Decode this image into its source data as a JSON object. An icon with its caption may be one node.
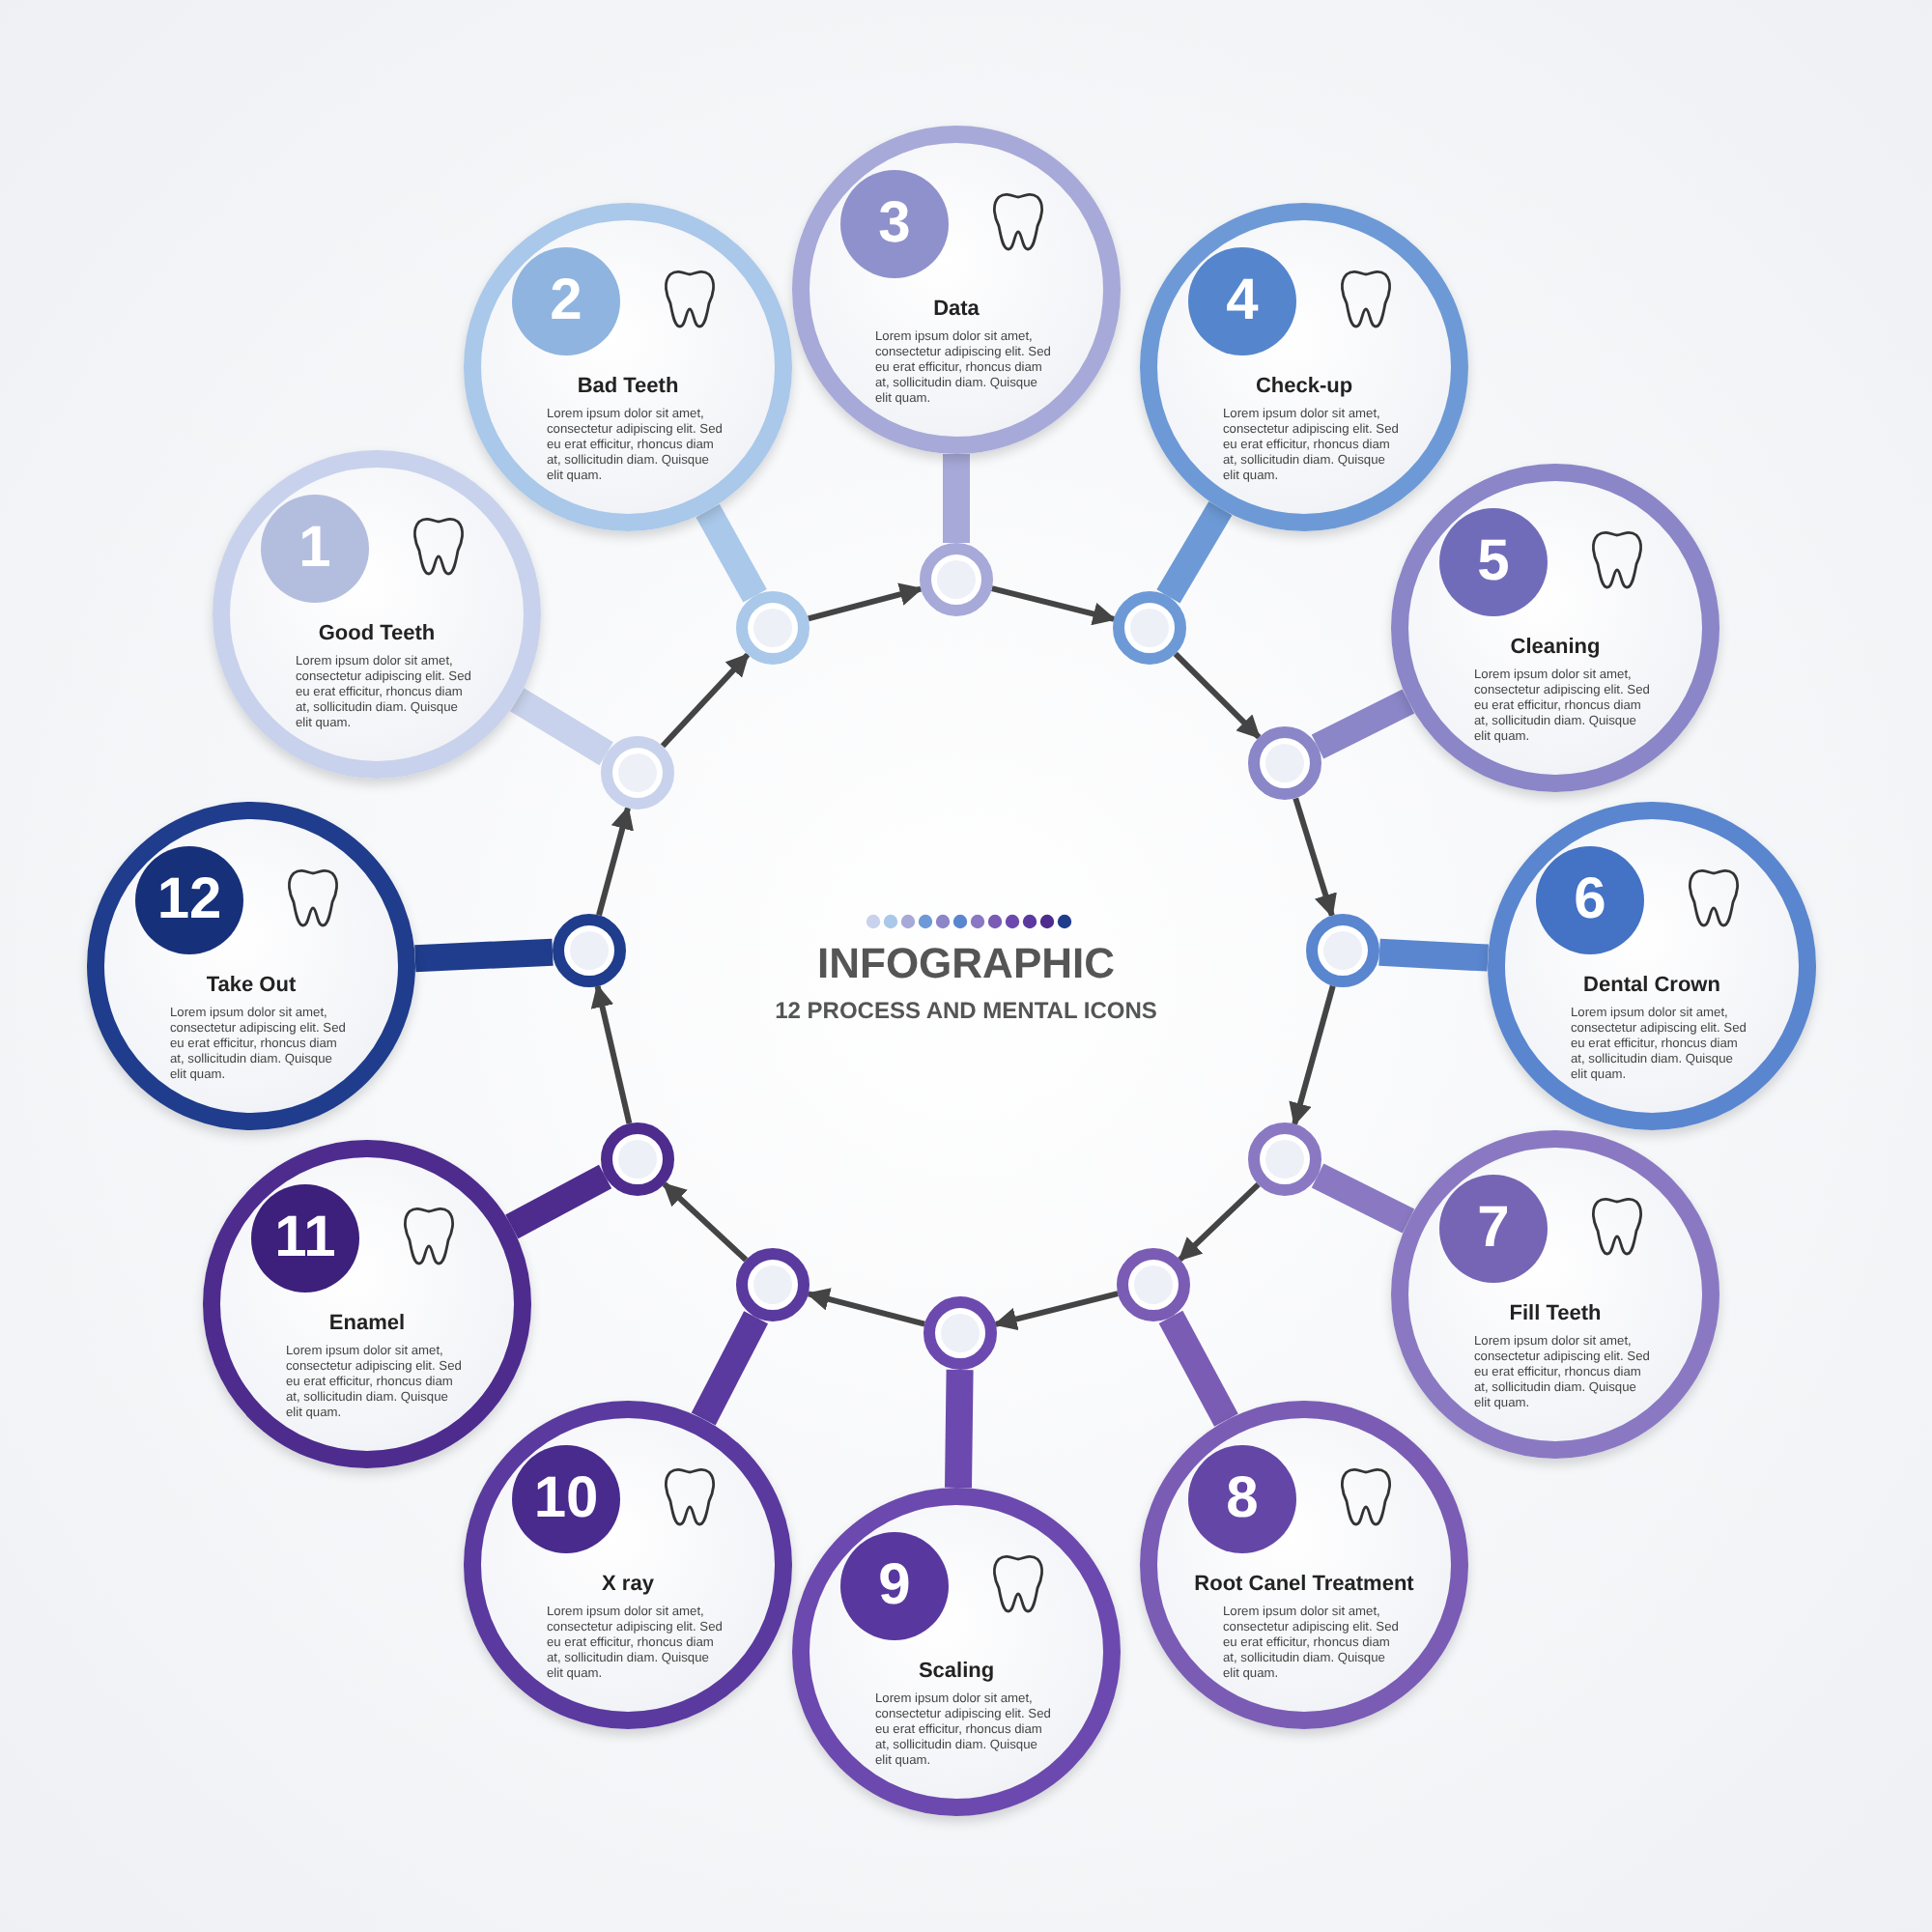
{
  "diagram": {
    "title": "INFOGRAPHIC",
    "nodes": [
      {
        "text": [
          "1",
          "Good Teeth",
          "Lorem ipsum dolor sit amet, consectetur adipiscing elit. Sed eu erat efficitur, rhoncus diam at, sollicitudin diam. Quisque elit quam."
        ]
      },
      {
        "text": [],
        "shape": "circle"
      },
      {
        "text": [
          "2",
          "Bad Teeth",
          "Lorem ipsum dolor sit amet, consectetur adipiscing elit. Sed eu erat efficitur, rhoncus diam at, sollicitudin diam. Quisque elit quam."
        ]
      },
      {
        "text": [],
        "shape": "circle"
      },
      {
        "text": [
          "3",
          "Data",
          "Lorem ipsum dolor sit amet, consectetur adipiscing elit. Sed eu erat efficitur, rhoncus diam at, sollicitudin diam. Quisque elit quam."
        ]
      },
      {
        "text": [],
        "shape": "circle"
      },
      {
        "text": [
          "4",
          "Check-up",
          "Lorem ipsum dolor sit amet, consectetur adipiscing elit. Sed eu erat efficitur, rhoncus diam at, sollicitudin diam. Quisque elit quam."
        ]
      },
      {
        "text": [],
        "shape": "circle"
      },
      {
        "text": [
          "5",
          "Cleaning",
          "Lorem ipsum dolor sit amet, consectetur adipiscing elit. Sed eu erat efficitur, rhoncus diam at, sollicitudin diam. Quisque elit quam."
        ]
      },
      {
        "text": [],
        "shape": "circle"
      },
      {
        "text": [
          "6",
          "Dental Crown",
          "Lorem ipsum dolor sit amet, consectetur adipiscing elit. Sed eu erat efficitur, rhoncus diam at, sollicitudin diam. Quisque elit quam."
        ]
      },
      {
        "text": [],
        "shape": "circle"
      },
      {
        "text": [
          "7",
          "Fill Teeth",
          "Lorem ipsum dolor sit amet, consectetur adipiscing elit. Sed eu erat efficitur, rhoncus diam at, sollicitudin diam. Quisque elit quam."
        ]
      },
      {
        "text": [],
        "shape": "circle"
      },
      {
        "text": [
          "8",
          "Root Canel Treatment",
          "Lorem ipsum dolor sit amet, consectetur adipiscing elit. Sed eu erat efficitur, rhoncus diam at, sollicitudin diam. Quisque elit quam."
        ]
      },
      {
        "text": [],
        "shape": "circle"
      },
      {
        "text": [
          "9",
          "Scaling",
          "Lorem ipsum dolor sit amet, consectetur adipiscing elit. Sed eu erat efficitur, rhoncus diam at, sollicitudin diam. Quisque elit quam."
        ]
      },
      {
        "text": [],
        "shape": "circle"
      },
      {
        "text": [
          "10",
          "X ray",
          "Lorem ipsum dolor sit amet, consectetur adipiscing elit. Sed eu erat efficitur, rhoncus diam at, sollicitudin diam. Quisque elit quam."
        ]
      },
      {
        "text": [],
        "shape": "circle"
      },
      {
        "text": [
          "11",
          "Enamel",
          "Lorem ipsum dolor sit amet, consectetur adipiscing elit. Sed eu erat efficitur, rhoncus diam at, sollicitudin diam. Quisque elit quam."
        ]
      },
      {
        "text": [],
        "shape": "circle"
      },
      {
        "text": [
          "12",
          "Take Out",
          "Lorem ipsum dolor sit amet, consectetur adipiscing elit. Sed eu erat efficitur, rhoncus diam at, sollicitudin diam. Quisque elit quam."
        ]
      },
      {
        "text": [],
        "shape": "circle"
      }
    ],
    "edges": [
      {
        "from": 0,
        "to": 1,
        "arrow": "none",
        "style": "thick",
        "color": "#c8d2ec"
      },
      {
        "from": 2,
        "to": 3,
        "arrow": "none",
        "style": "thick",
        "color": "#a9c8ea"
      },
      {
        "from": 4,
        "to": 5,
        "arrow": "none",
        "style": "thick",
        "color": "#a7a9d8"
      },
      {
        "from": 6,
        "to": 7,
        "arrow": "none",
        "style": "thick",
        "color": "#6d9ad6"
      },
      {
        "from": 8,
        "to": 9,
        "arrow": "none",
        "style": "thick",
        "color": "#8a86c8"
      },
      {
        "from": 10,
        "to": 11,
        "arrow": "none",
        "style": "thick",
        "color": "#5a86cf"
      },
      {
        "from": 12,
        "to": 13,
        "arrow": "none",
        "style": "thick",
        "color": "#8a79c2"
      },
      {
        "from": 14,
        "to": 15,
        "arrow": "none",
        "style": "thick",
        "color": "#7a5cb5"
      },
      {
        "from": 16,
        "to": 17,
        "arrow": "none",
        "style": "thick",
        "color": "#6c49ae"
      },
      {
        "from": 18,
        "to": 19,
        "arrow": "none",
        "style": "thick",
        "color": "#5a3a9e"
      },
      {
        "from": 20,
        "to": 21,
        "arrow": "none",
        "style": "thick",
        "color": "#4d2c8e"
      },
      {
        "from": 22,
        "to": 23,
        "arrow": "none",
        "style": "thick",
        "color": "#1f3d8c"
      },
      {
        "from": 1,
        "to": 3,
        "arrow": "to"
      },
      {
        "from": 3,
        "to": 5,
        "arrow": "to"
      },
      {
        "from": 5,
        "to": 7,
        "arrow": "to"
      },
      {
        "from": 7,
        "to": 9,
        "arrow": "to"
      },
      {
        "from": 9,
        "to": 11,
        "arrow": "to"
      },
      {
        "from": 11,
        "to": 13,
        "arrow": "to"
      },
      {
        "from": 13,
        "to": 15,
        "arrow": "to"
      },
      {
        "from": 15,
        "to": 17,
        "arrow": "to"
      },
      {
        "from": 17,
        "to": 19,
        "arrow": "to"
      },
      {
        "from": 19,
        "to": 21,
        "arrow": "to"
      },
      {
        "from": 21,
        "to": 23,
        "arrow": "to"
      },
      {
        "from": 23,
        "to": 1,
        "arrow": "to"
      }
    ],
    "labels": [
      "12 PROCESS AND MENTAL ICONS"
    ]
  }
}
